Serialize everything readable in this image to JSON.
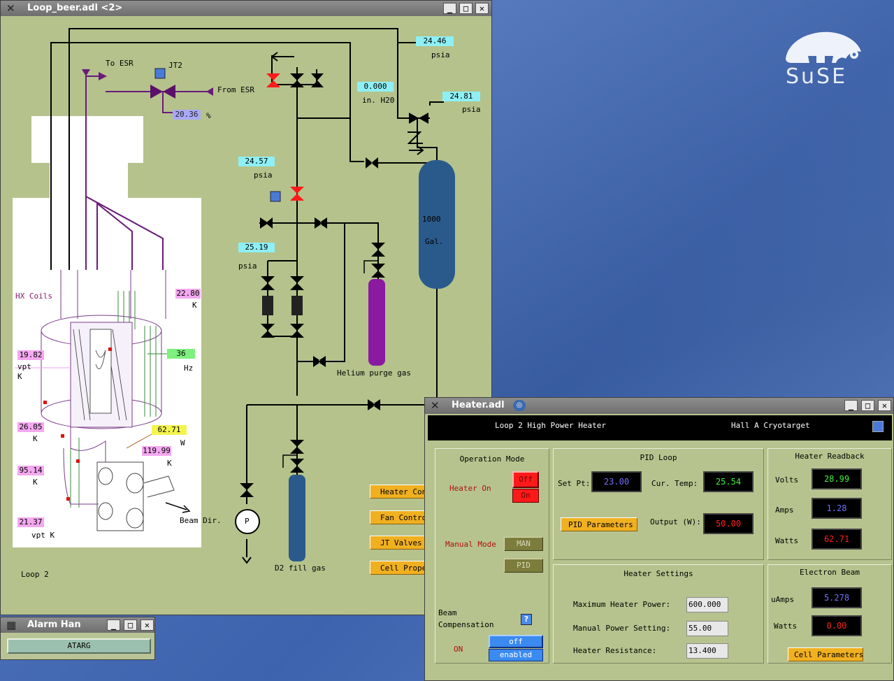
{
  "desktop": {
    "logo_text": "SuSE"
  },
  "loop_window": {
    "title": "Loop_beer.adl <2>",
    "labels": {
      "to_esr": "To ESR",
      "jt2": "JT2",
      "from_esr": "From ESR",
      "pct": "%",
      "hx_coils": "HX Coils",
      "beam_dir": "Beam Dir.",
      "loop2": "Loop 2",
      "helium_purge": "Helium purge gas",
      "d2_fill": "D2 fill gas",
      "tank_1000": "1000",
      "tank_gal": "Gal.",
      "pump": "P"
    },
    "values": {
      "p_top": {
        "value": "24.46",
        "unit": "psia"
      },
      "p_h2o": {
        "value": "0.000",
        "unit": "in. H20"
      },
      "p_right": {
        "value": "24.81",
        "unit": "psia"
      },
      "jt2_pct": {
        "value": "20.36"
      },
      "p_mid": {
        "value": "24.57",
        "unit": "psia"
      },
      "p_low": {
        "value": "25.19",
        "unit": "psia"
      },
      "t_hx": {
        "value": "22.80",
        "unit": "K"
      },
      "fan_hz": {
        "value": "36",
        "unit": "Hz"
      },
      "vpt_left": {
        "value": "19.82",
        "unit1": "vpt",
        "unit2": "K"
      },
      "heater_w": {
        "value": "62.71",
        "unit": "W"
      },
      "t_2605": {
        "value": "26.05",
        "unit": "K"
      },
      "t_11999": {
        "value": "119.99",
        "unit": "K"
      },
      "t_9514": {
        "value": "95.14",
        "unit": "K"
      },
      "vpt_bottom": {
        "value": "21.37",
        "unit": "vpt K"
      }
    },
    "buttons": [
      "Heater Control",
      "Fan Control",
      "JT Valves",
      "Cell Properties"
    ]
  },
  "alarm_window": {
    "title": "Alarm Han",
    "button": "ATARG"
  },
  "heater_window": {
    "title": "Heater.adl",
    "header_left": "Loop 2 High Power Heater",
    "header_right": "Hall A Cryotarget",
    "operation_mode": {
      "title": "Operation Mode",
      "heater_on_label": "Heater On",
      "off": "Off",
      "on": "On",
      "manual_mode_label": "Manual Mode",
      "man": "MAN",
      "pid": "PID",
      "beam_comp_line1": "Beam",
      "beam_comp_line2": "Compensation",
      "help": "?",
      "on_status": "ON",
      "comp_off": "off",
      "comp_enabled": "enabled"
    },
    "pid_loop": {
      "title": "PID Loop",
      "set_pt_label": "Set Pt:",
      "set_pt": "23.00",
      "cur_temp_label": "Cur. Temp:",
      "cur_temp": "25.54",
      "pid_button": "PID Parameters",
      "output_label": "Output (W):",
      "output": "50.00"
    },
    "readback": {
      "title": "Heater Readback",
      "volts_label": "Volts",
      "volts": "28.99",
      "amps_label": "Amps",
      "amps": "1.28",
      "watts_label": "Watts",
      "watts": "62.71"
    },
    "settings": {
      "title": "Heater Settings",
      "max_label": "Maximum Heater Power:",
      "max": "600.000",
      "manual_label": "Manual Power Setting:",
      "manual": "55.00",
      "res_label": "Heater Resistance:",
      "res": "13.400"
    },
    "beam": {
      "title": "Electron Beam",
      "uamps_label": "uAmps",
      "uamps": "5.278",
      "watts_label": "Watts",
      "watts": "0.00",
      "cell_button": "Cell Parameters"
    }
  },
  "colors": {
    "panel_bg": "#b5c28c",
    "purple_line": "#6a1a7a",
    "tank_blue": "#2a5a8c",
    "purge_purple": "#8a1aa0"
  }
}
